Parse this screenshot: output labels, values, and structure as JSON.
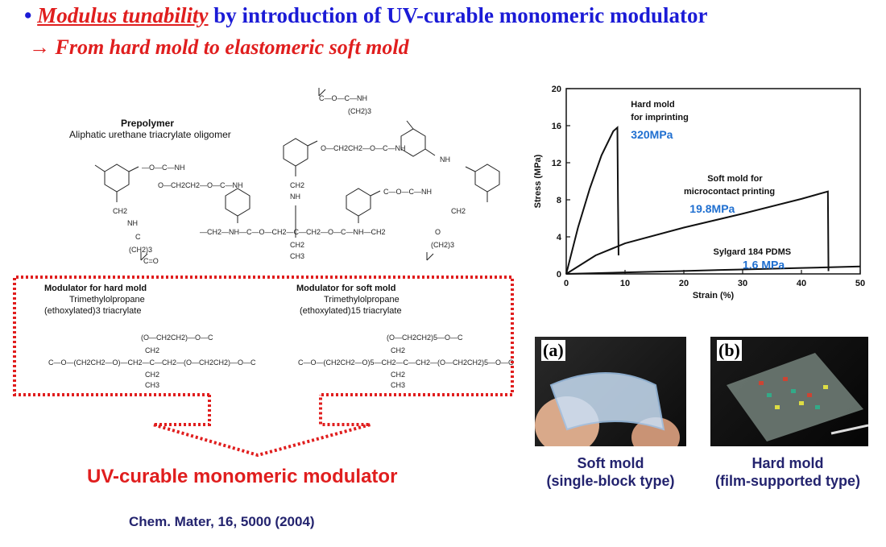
{
  "slide": {
    "title_bullet": "•",
    "title_emph": "Modulus tunability",
    "title_rest": " by introduction of UV-curable monomeric modulator",
    "subtitle": "→ From  hard mold to elastomeric soft mold",
    "prepolymer_title": "Prepolymer",
    "prepolymer_desc": "Aliphatic urethane triacrylate oligomer",
    "mod_hard_title": "Modulator for hard mold",
    "mod_hard_line1": "Trimethylolpropane",
    "mod_hard_line2": "(ethoxylated)3 triacrylate",
    "mod_soft_title": "Modulator for soft mold",
    "mod_soft_line1": "Trimethylolpropane",
    "mod_soft_line2": "(ethoxylated)15 triacrylate",
    "modulator_label": "UV-curable monomeric modulator",
    "citation": "Chem. Mater, 16, 5000 (2004)",
    "photo_a_label": "(a)",
    "photo_b_label": "(b)",
    "caption_a_line1": "Soft mold",
    "caption_a_line2": "(single-block type)",
    "caption_b_line1": "Hard mold",
    "caption_b_line2": "(film-supported type)"
  },
  "chem_text": {
    "ch2": "CH2",
    "ch3": "CH3",
    "nh": "NH",
    "o": "O",
    "c": "C",
    "ch2_3": "(CH2)3",
    "eq_o": "O",
    "dash_c_o": "C=O",
    "linker1": "—O—C—NH",
    "linker2": "O—CH2CH2—O—C—NH",
    "linker3": "—CH2—NH—C—O—CH2—C—CH2—O—C—NH—CH2",
    "linker4": "C—O—C—NH",
    "hard_top": "(O—CH2CH2)—O—C",
    "hard_main": "C—O—(CH2CH2—O)—CH2—C—CH2—(O—CH2CH2)—O—C",
    "soft_top": "(O—CH2CH2)5—O—C",
    "soft_main": "C—O—(CH2CH2—O)5—CH2—C—CH2—(O—CH2CH2)5—O—C"
  },
  "chart_data": {
    "type": "line",
    "xlabel": "Strain (%)",
    "ylabel": "Stress (MPa)",
    "xlim": [
      0,
      50
    ],
    "ylim": [
      0,
      20
    ],
    "xticks": [
      0,
      10,
      20,
      30,
      40,
      50
    ],
    "yticks": [
      0,
      4,
      8,
      12,
      16,
      20
    ],
    "grid": false,
    "series": [
      {
        "name": "Hard mold for imprinting",
        "label_line1": "Hard mold",
        "label_line2": "for imprinting",
        "modulus": "320MPa",
        "x": [
          0,
          2,
          4,
          6,
          8,
          8.7,
          8.8,
          8.9
        ],
        "y": [
          0,
          5.0,
          9.2,
          12.8,
          15.4,
          15.8,
          8.0,
          2.0
        ]
      },
      {
        "name": "Soft mold for microcontact printing",
        "label_line1": "Soft mold for",
        "label_line2": "microcontact printing",
        "modulus": "19.8MPa",
        "x": [
          0,
          5,
          10,
          20,
          30,
          40,
          44.5,
          44.6
        ],
        "y": [
          0,
          2.0,
          3.3,
          5.0,
          6.5,
          8.1,
          8.9,
          0.3
        ]
      },
      {
        "name": "Sylgard 184 PDMS",
        "label_line1": "Sylgard 184 PDMS",
        "modulus": "1.6 MPa",
        "x": [
          0,
          10,
          20,
          30,
          40,
          50
        ],
        "y": [
          0,
          0.16,
          0.32,
          0.48,
          0.64,
          0.8
        ]
      }
    ]
  },
  "colors": {
    "title_blue": "#1b1bd6",
    "accent_red": "#e01e1e",
    "modulus_blue": "#1f6fd0",
    "caption_navy": "#23236e"
  }
}
